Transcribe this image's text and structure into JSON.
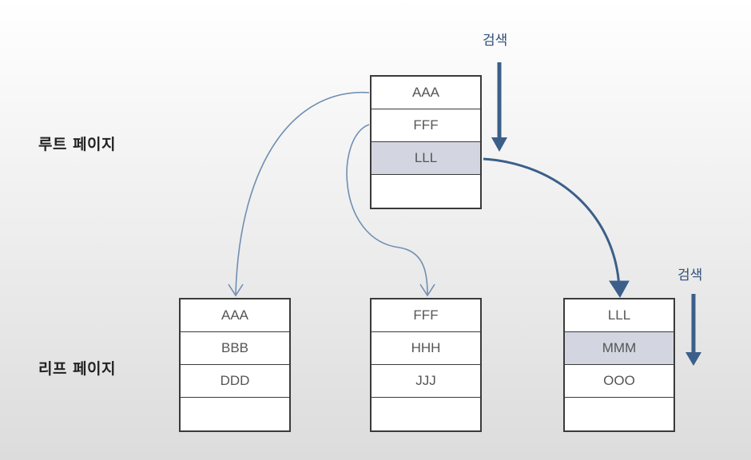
{
  "labels": {
    "root_page": "루트 페이지",
    "leaf_page": "리프 페이지",
    "search": "검색"
  },
  "root": {
    "cells": [
      "AAA",
      "FFF",
      "LLL",
      ""
    ],
    "highlight": 2
  },
  "leaves": [
    {
      "cells": [
        "AAA",
        "BBB",
        "DDD",
        ""
      ],
      "highlight": -1
    },
    {
      "cells": [
        "FFF",
        "HHH",
        "JJJ",
        ""
      ],
      "highlight": -1
    },
    {
      "cells": [
        "LLL",
        "MMM",
        "OOO",
        ""
      ],
      "highlight": 1
    }
  ],
  "colors": {
    "arrow_thin": "#6f8fb2",
    "arrow_thick": "#3b5f8a",
    "highlight": "#d3d6e1"
  }
}
